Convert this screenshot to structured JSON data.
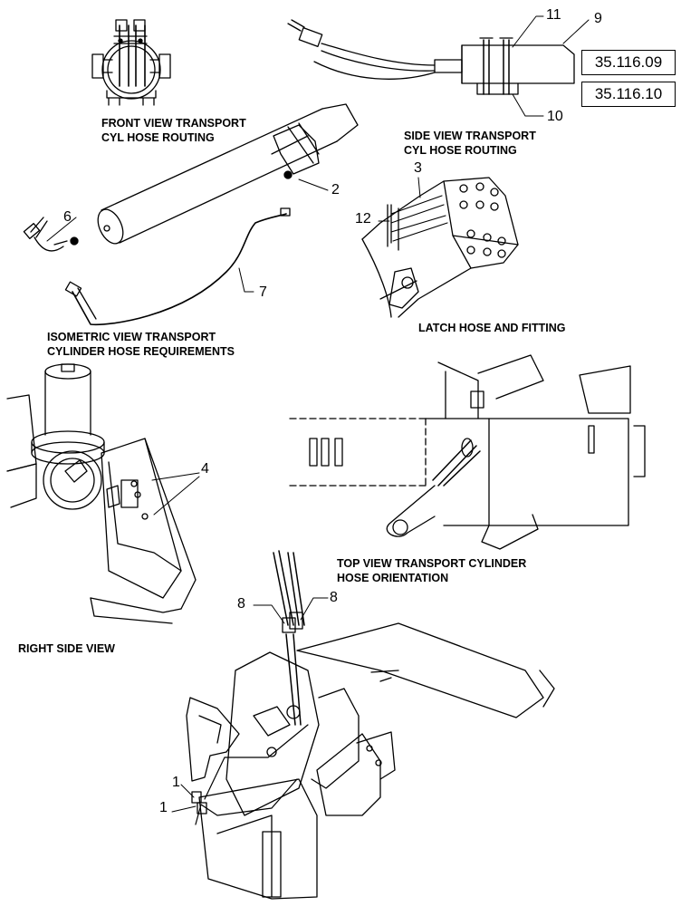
{
  "captions": {
    "front_view": [
      "FRONT VIEW TRANSPORT",
      "CYL HOSE ROUTING"
    ],
    "side_view": [
      "SIDE VIEW TRANSPORT",
      "CYL HOSE ROUTING"
    ],
    "isometric": [
      "ISOMETRIC VIEW TRANSPORT",
      "CYLINDER HOSE REQUIREMENTS"
    ],
    "latch": [
      "LATCH HOSE AND FITTING"
    ],
    "top_view": [
      "TOP VIEW TRANSPORT CYLINDER",
      "HOSE ORIENTATION"
    ],
    "right_side": [
      "RIGHT SIDE VIEW"
    ]
  },
  "references": [
    "35.116.09",
    "35.116.10"
  ],
  "callouts": {
    "c1a": "1",
    "c1b": "1",
    "c2": "2",
    "c3": "3",
    "c4": "4",
    "c6": "6",
    "c7": "7",
    "c8a": "8",
    "c8b": "8",
    "c9": "9",
    "c10": "10",
    "c11": "11",
    "c12": "12"
  }
}
